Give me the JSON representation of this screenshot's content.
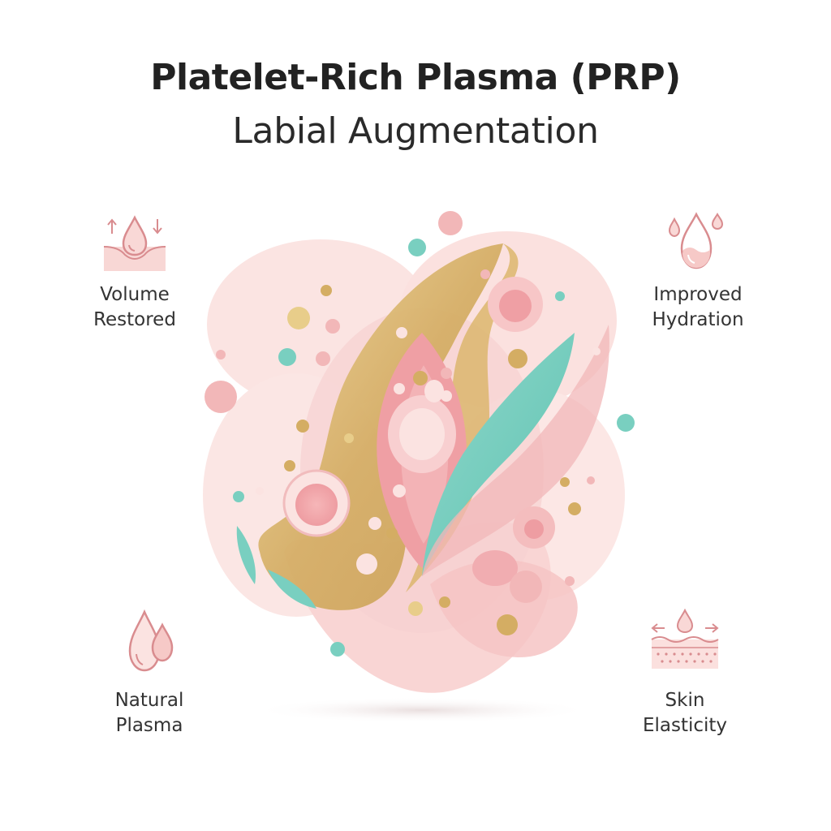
{
  "header": {
    "title": "Platelet-Rich Plasma (PRP)",
    "subtitle": "Labial Augmentation"
  },
  "features": [
    {
      "id": "volume",
      "line1": "Volume",
      "line2": "Restored",
      "icon": "volume-drop-icon"
    },
    {
      "id": "hydration",
      "line1": "Improved",
      "line2": "Hydration",
      "icon": "hydration-drops-icon"
    },
    {
      "id": "plasma",
      "line1": "Natural",
      "line2": "Plasma",
      "icon": "plasma-drops-icon"
    },
    {
      "id": "elasticity",
      "line1": "Skin",
      "line2": "Elasticity",
      "icon": "skin-elasticity-icon"
    }
  ],
  "colors": {
    "pink_light": "#fbe3e1",
    "pink": "#f2b7b8",
    "rose": "#e99ea3",
    "gold": "#d4ad63",
    "gold_light": "#e8cd8a",
    "teal": "#79cfc0",
    "icon_stroke": "#d98c8f"
  }
}
